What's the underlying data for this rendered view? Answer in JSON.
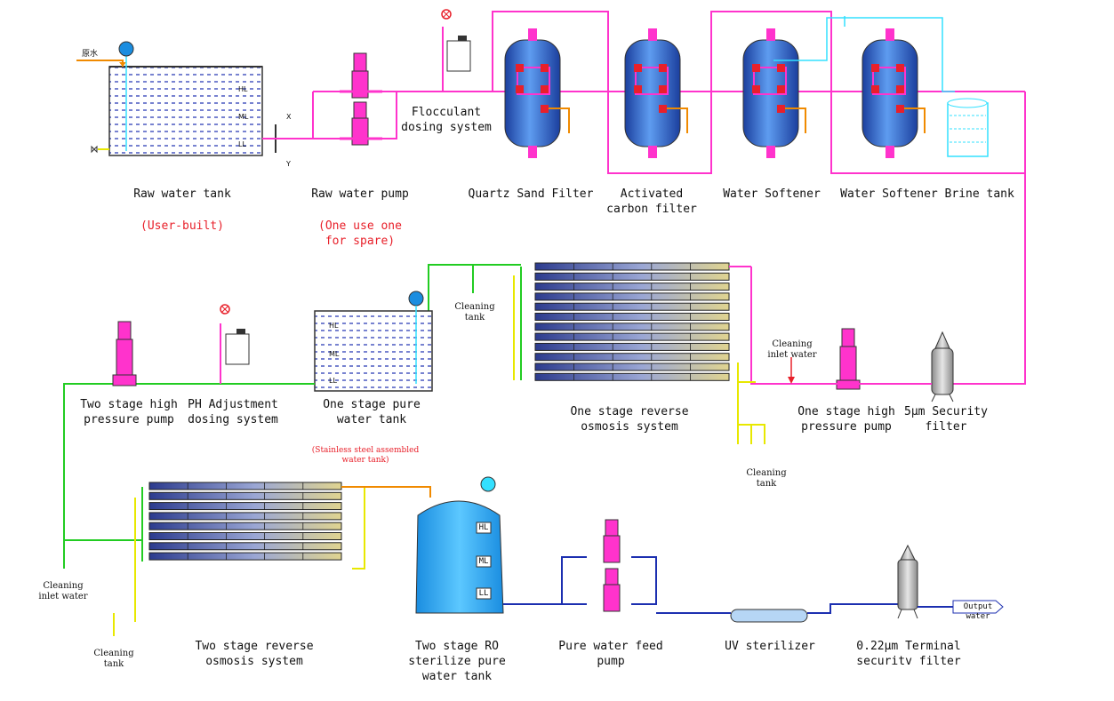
{
  "colors": {
    "raw_pipe": "#ff33cc",
    "pure_pipe": "#22cc22",
    "product_pipe": "#1c2fb0",
    "concentrate_pipe": "#e8e800",
    "brine_pipe": "#33e0ff",
    "drain_pipe": "#f08a00",
    "vessel_fill": "#3d7fd9",
    "label_red": "#e8202a"
  },
  "labels": {
    "raw_water_inlet": "原水",
    "raw_water_tank": "Raw water tank",
    "raw_water_tank_note": "(User-built)",
    "raw_water_pump": "Raw water pump",
    "raw_water_pump_note": "(One use one\nfor spare)",
    "flocculant": "Flocculant\ndosing system",
    "quartz_filter": "Quartz Sand Filter",
    "carbon_filter": "Activated\ncarbon filter",
    "softener": "Water Softener",
    "brine_tank": "Water Softener Brine tank",
    "cleaning_tank_1": "Cleaning\ntank",
    "cleaning_inlet_1": "Cleaning\ninlet water",
    "two_stage_hp_pump": "Two stage high\npressure pump",
    "ph_dosing": "PH Adjustment\ndosing system",
    "one_stage_pure_tank": "One stage pure\nwater tank",
    "one_stage_ro": "One stage reverse\nosmosis system",
    "one_stage_hp_pump": "One stage high\npressure pump",
    "security_filter_5um": "5μm Security\nfilter",
    "cleaning_tank_2": "Cleaning\ntank",
    "stainless_tank_note": "(Stainless steel assembled\nwater tank)",
    "cleaning_inlet_2": "Cleaning\ninlet water",
    "cleaning_tank_3": "Cleaning\ntank",
    "two_stage_ro": "Two stage reverse\nosmosis system",
    "two_stage_ro_tank": "Two stage RO\nsterilize pure\nwater tank",
    "pure_feed_pump": "Pure water feed\npump",
    "uv_sterilizer": "UV sterilizer",
    "terminal_filter": "0.22μm Terminal\nsecuritv filter",
    "output_water": "Output water"
  },
  "level_tags": {
    "high": "HL",
    "middle": "ML",
    "low": "LL",
    "axis_x": "X",
    "axis_y": "Y"
  }
}
